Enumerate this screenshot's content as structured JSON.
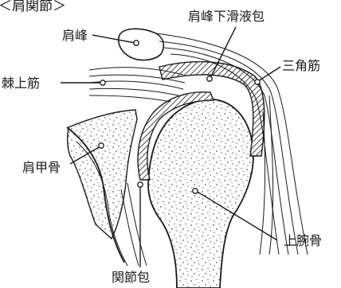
{
  "title": "＜肩関節＞",
  "labels": {
    "acromion": "肩峰",
    "subacromial_bursa": "肩峰下滑液包",
    "deltoid": "三角筋",
    "supraspinatus": "棘上筋",
    "scapula": "肩甲骨",
    "humerus": "上腕骨",
    "joint_capsule": "関節包"
  },
  "colors": {
    "ink": "#1a1a1a",
    "background": "#ffffff"
  }
}
